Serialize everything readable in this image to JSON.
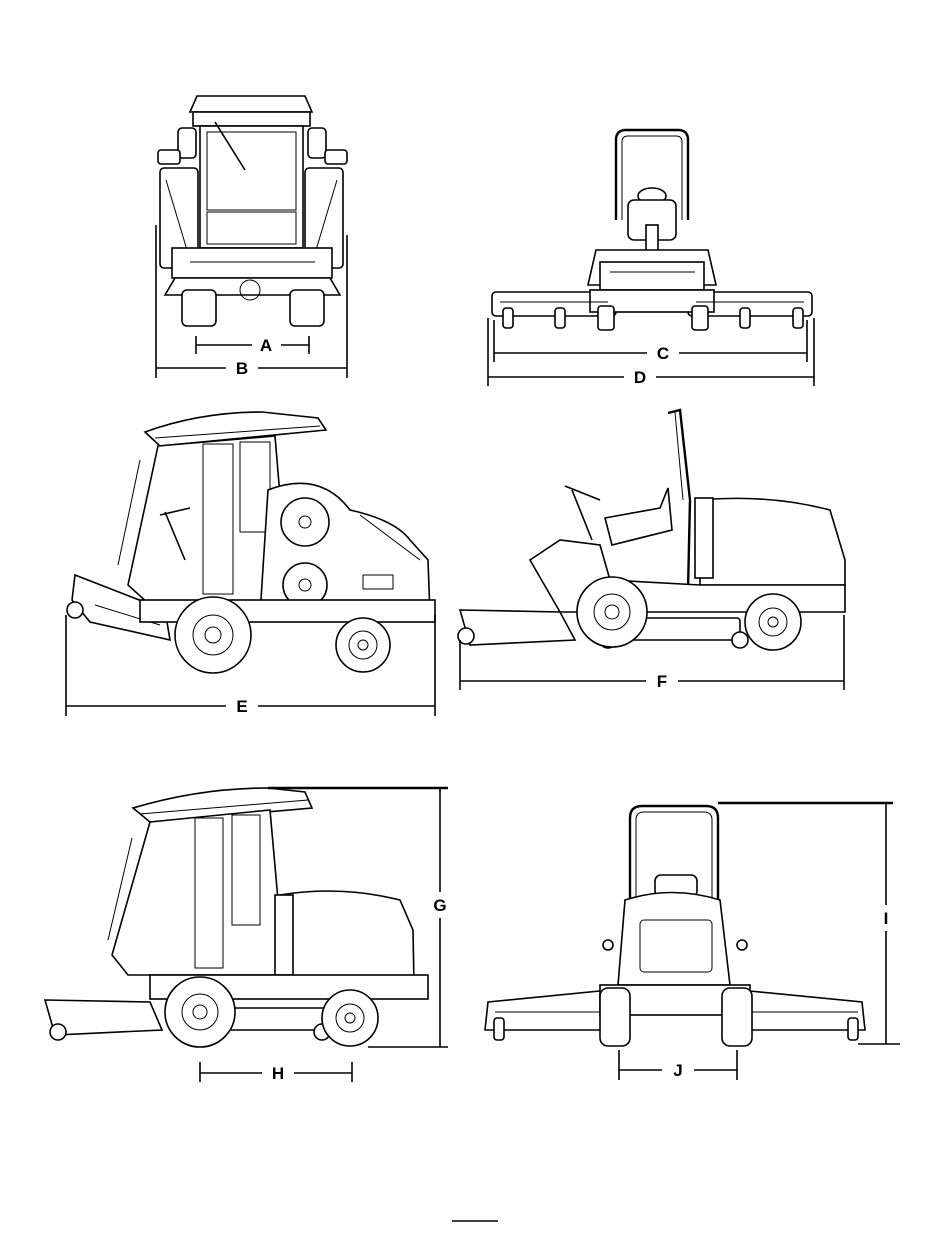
{
  "labels": {
    "a": "A",
    "b": "B",
    "c": "C",
    "d": "D",
    "e": "E",
    "f": "F",
    "g": "G",
    "h": "H",
    "i": "I",
    "j": "J"
  },
  "colors": {
    "line": "#000000",
    "background": "#ffffff"
  }
}
